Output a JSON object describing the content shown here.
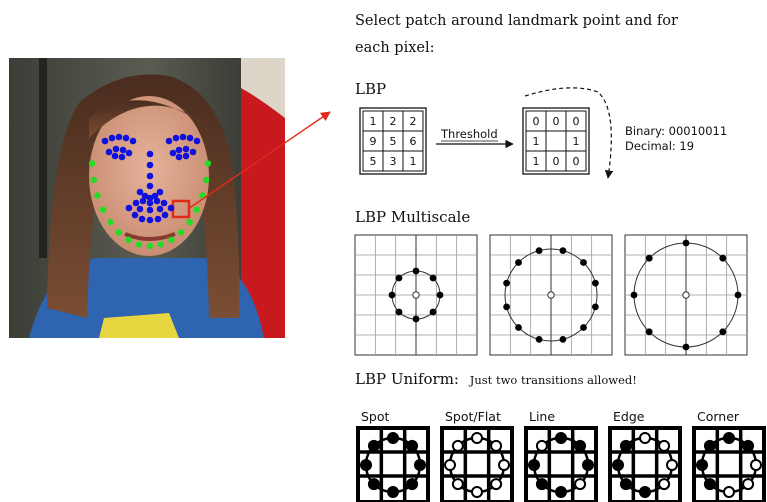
{
  "intro": {
    "text": "Select patch around landmark point and for each pixel:"
  },
  "lbp": {
    "heading": "LBP",
    "input_grid": [
      [
        "1",
        "2",
        "2"
      ],
      [
        "9",
        "5",
        "6"
      ],
      [
        "5",
        "3",
        "1"
      ]
    ],
    "threshold_label": "Threshold",
    "output_grid": [
      [
        "0",
        "0",
        "0"
      ],
      [
        "1",
        "",
        "1"
      ],
      [
        "1",
        "0",
        "0"
      ]
    ],
    "binary_text": "Binary: 00010011",
    "decimal_text": "Decimal: 19"
  },
  "multiscale": {
    "heading": "LBP Multiscale"
  },
  "uniform": {
    "heading": "LBP Uniform:",
    "note": "Just two transitions allowed!",
    "patterns": [
      {
        "label": "Spot",
        "ring": [
          1,
          1,
          1,
          1,
          1,
          1,
          1,
          1
        ]
      },
      {
        "label": "Spot/Flat",
        "ring": [
          0,
          0,
          0,
          0,
          0,
          0,
          0,
          0
        ]
      },
      {
        "label": "Line",
        "ring": [
          1,
          1,
          1,
          0,
          1,
          1,
          1,
          0
        ]
      },
      {
        "label": "Edge",
        "ring": [
          0,
          0,
          0,
          0,
          1,
          1,
          1,
          1
        ]
      },
      {
        "label": "Corner",
        "ring": [
          1,
          1,
          0,
          0,
          0,
          1,
          1,
          1
        ]
      }
    ]
  },
  "colors": {
    "landmark_inner": "#1010e0",
    "landmark_jaw": "#22dd22",
    "highlight": "#e02a1a",
    "background_red": "#c81a1e"
  }
}
